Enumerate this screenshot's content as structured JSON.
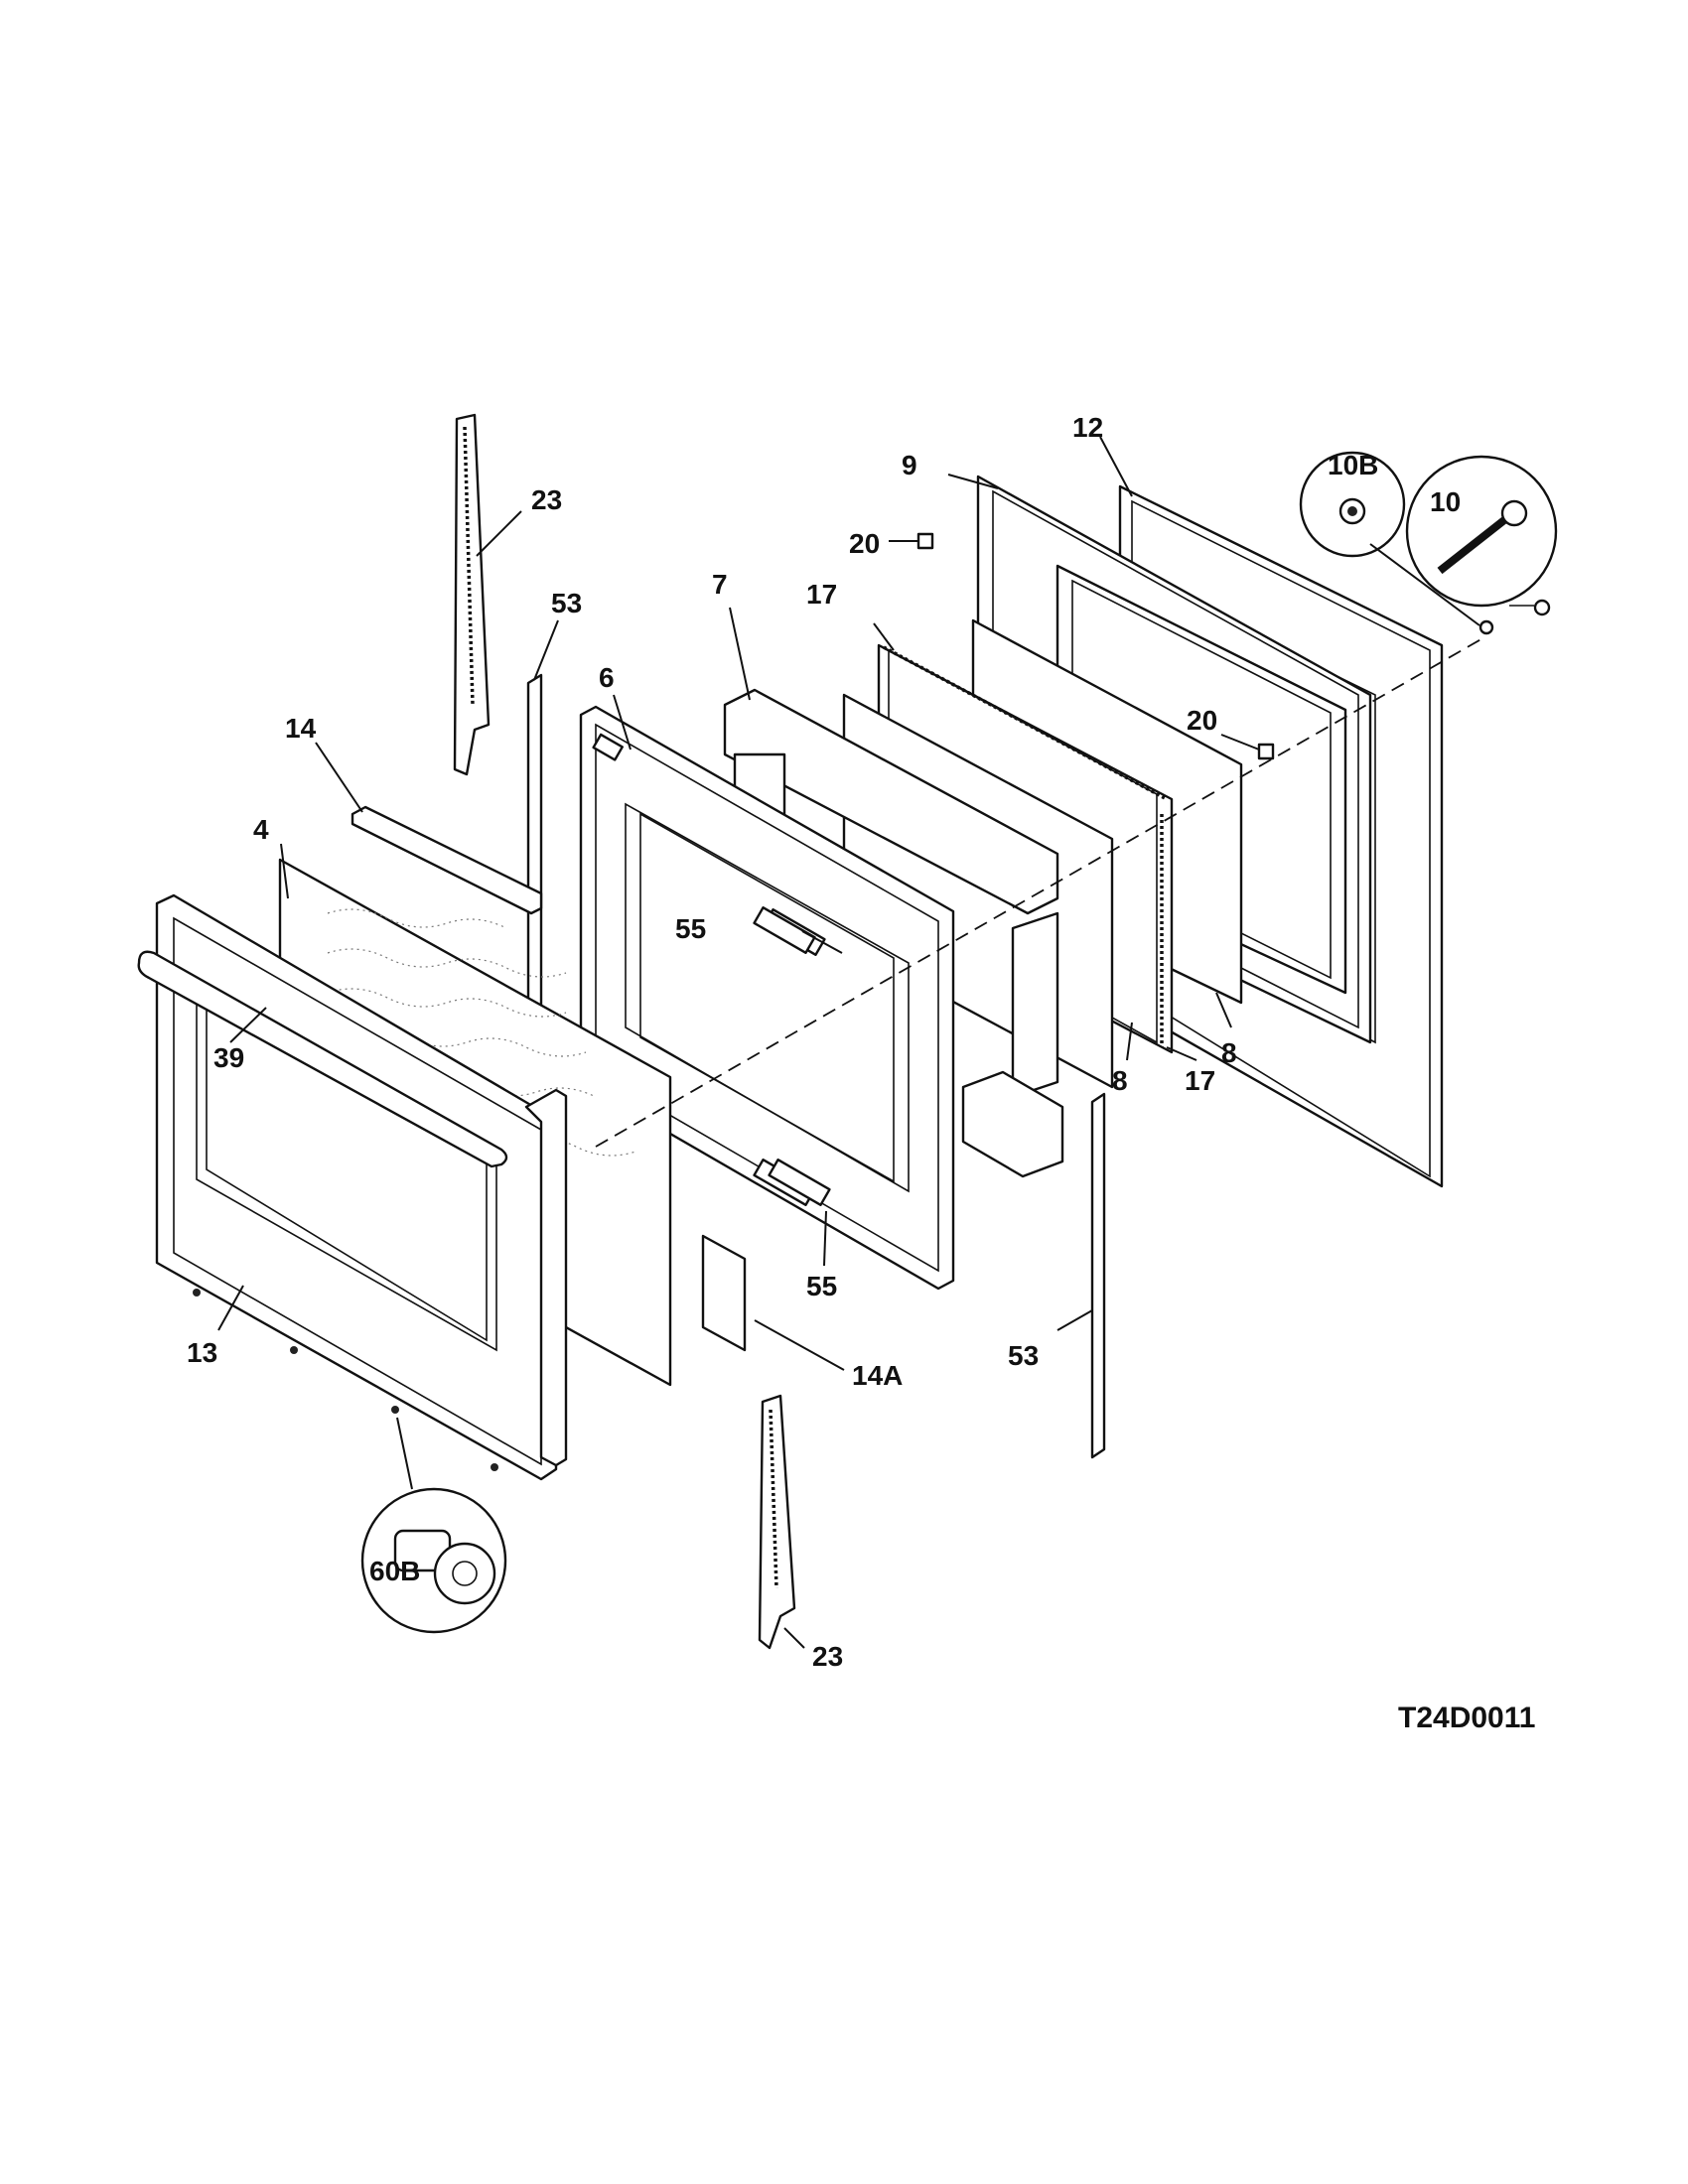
{
  "diagram": {
    "figure_code": "T24D0011",
    "callouts": {
      "p23_top": "23",
      "p53_top": "53",
      "p14": "14",
      "p4": "4",
      "p6": "6",
      "p7": "7",
      "p17_top": "17",
      "p9": "9",
      "p20_top": "20",
      "p12": "12",
      "p10b": "10B",
      "p10": "10",
      "p20_right": "20",
      "p55_mid": "55",
      "p39": "39",
      "p8_right": "8",
      "p8_mid": "8",
      "p17_bottom": "17",
      "p55_bottom": "55",
      "p13": "13",
      "p14a": "14A",
      "p53_bottom": "53",
      "p60b": "60B",
      "p23_bottom": "23"
    }
  }
}
